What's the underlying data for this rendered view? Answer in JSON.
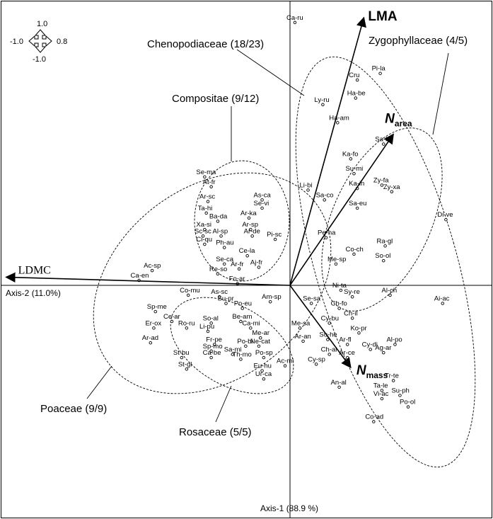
{
  "chart_data": {
    "type": "scatter",
    "axes": {
      "x_title": "Axis-1",
      "x_pct": "(88.9 %)",
      "y_title": "Axis-2",
      "y_pct": "(11.0%)"
    },
    "scale_key": {
      "top": "1.0",
      "left": "-1.0",
      "right": "0.8",
      "bottom": "-1.0"
    },
    "species": [
      {
        "label": "Ca-ru",
        "x": 0.03,
        "y": 1.6
      },
      {
        "label": "Pi-la",
        "x": 0.55,
        "y": 1.29
      },
      {
        "label": "Cru",
        "x": 0.41,
        "y": 1.25
      },
      {
        "label": "Ha-be",
        "x": 0.4,
        "y": 1.14
      },
      {
        "label": "Ly-ru",
        "x": 0.2,
        "y": 1.1
      },
      {
        "label": "Ha-am",
        "x": 0.29,
        "y": 0.99
      },
      {
        "label": "Sa-ka",
        "x": 0.57,
        "y": 0.86
      },
      {
        "label": "Ka-fo",
        "x": 0.37,
        "y": 0.77
      },
      {
        "label": "Su-mi",
        "x": 0.39,
        "y": 0.68
      },
      {
        "label": "Zy-fa",
        "x": 0.56,
        "y": 0.61
      },
      {
        "label": "Ka-in",
        "x": 0.41,
        "y": 0.59
      },
      {
        "label": "Zy-xa",
        "x": 0.62,
        "y": 0.57
      },
      {
        "label": "Li-bi",
        "x": 0.11,
        "y": 0.58
      },
      {
        "label": "Sa-co",
        "x": 0.21,
        "y": 0.52
      },
      {
        "label": "Sa-eu",
        "x": 0.41,
        "y": 0.47
      },
      {
        "label": "Di-ve",
        "x": 0.95,
        "y": 0.4
      },
      {
        "label": "Pe-ha",
        "x": 0.22,
        "y": 0.29
      },
      {
        "label": "Ra-gl",
        "x": 0.58,
        "y": 0.24
      },
      {
        "label": "Co-ch",
        "x": 0.39,
        "y": 0.19
      },
      {
        "label": "Me-sp",
        "x": 0.28,
        "y": 0.13
      },
      {
        "label": "So-ol",
        "x": 0.57,
        "y": 0.15
      },
      {
        "label": "Ni-ta",
        "x": 0.31,
        "y": -0.03
      },
      {
        "label": "Sy-re",
        "x": 0.38,
        "y": -0.07
      },
      {
        "label": "Al-ch",
        "x": 0.61,
        "y": -0.06
      },
      {
        "label": "Ai-ac",
        "x": 0.93,
        "y": -0.11
      },
      {
        "label": "Ch-fo",
        "x": 0.3,
        "y": -0.14
      },
      {
        "label": "Ch-il",
        "x": 0.38,
        "y": -0.2
      },
      {
        "label": "Se-sa",
        "x": 0.13,
        "y": -0.11
      },
      {
        "label": "Cy-bu",
        "x": 0.24,
        "y": -0.23
      },
      {
        "label": "Ko-pr",
        "x": 0.42,
        "y": -0.29
      },
      {
        "label": "Su-he",
        "x": 0.23,
        "y": -0.33
      },
      {
        "label": "Me-sa",
        "x": 0.06,
        "y": -0.26
      },
      {
        "label": "Ar-an",
        "x": 0.08,
        "y": -0.34
      },
      {
        "label": "Ar-fl",
        "x": 0.35,
        "y": -0.36
      },
      {
        "label": "Al-po",
        "x": 0.64,
        "y": -0.36
      },
      {
        "label": "Cy-di",
        "x": 0.49,
        "y": -0.39
      },
      {
        "label": "Ag-ar",
        "x": 0.57,
        "y": -0.41
      },
      {
        "label": "Ch-al",
        "x": 0.24,
        "y": -0.42
      },
      {
        "label": "Ar-ce",
        "x": 0.35,
        "y": -0.44
      },
      {
        "label": "Cy-sp",
        "x": 0.16,
        "y": -0.48
      },
      {
        "label": "Tr-te",
        "x": 0.63,
        "y": -0.58
      },
      {
        "label": "An-al",
        "x": 0.3,
        "y": -0.62
      },
      {
        "label": "Ta-le",
        "x": 0.56,
        "y": -0.64
      },
      {
        "label": "Su-ph",
        "x": 0.67,
        "y": -0.67
      },
      {
        "label": "Vi-ac",
        "x": 0.56,
        "y": -0.69
      },
      {
        "label": "Po-ol",
        "x": 0.72,
        "y": -0.74
      },
      {
        "label": "Co-ad",
        "x": 0.51,
        "y": -0.83
      },
      {
        "label": "Se-ma",
        "x": -0.52,
        "y": 0.66
      },
      {
        "label": "At-fr",
        "x": -0.48,
        "y": 0.6
      },
      {
        "label": "As-ca",
        "x": -0.17,
        "y": 0.52
      },
      {
        "label": "Ar-sc",
        "x": -0.5,
        "y": 0.51
      },
      {
        "label": "Se-vi",
        "x": -0.17,
        "y": 0.47
      },
      {
        "label": "Ta-hi",
        "x": -0.51,
        "y": 0.44
      },
      {
        "label": "Ar-ka",
        "x": -0.25,
        "y": 0.41
      },
      {
        "label": "Ba-da",
        "x": -0.44,
        "y": 0.39
      },
      {
        "label": "Xa-si",
        "x": -0.52,
        "y": 0.34
      },
      {
        "label": "Ar-sp",
        "x": -0.24,
        "y": 0.34
      },
      {
        "label": "Sc-sc",
        "x": -0.53,
        "y": 0.3
      },
      {
        "label": "Al-sp",
        "x": -0.42,
        "y": 0.3
      },
      {
        "label": "Ar-de",
        "x": -0.23,
        "y": 0.3
      },
      {
        "label": "Pi-sc",
        "x": -0.09,
        "y": 0.28
      },
      {
        "label": "Ci-qu",
        "x": -0.52,
        "y": 0.25
      },
      {
        "label": "Ph-au",
        "x": -0.4,
        "y": 0.23
      },
      {
        "label": "Ce-la",
        "x": -0.26,
        "y": 0.18
      },
      {
        "label": "Se-ca",
        "x": -0.4,
        "y": 0.13
      },
      {
        "label": "Aj-fr",
        "x": -0.19,
        "y": 0.11
      },
      {
        "label": "Ar-fr",
        "x": -0.31,
        "y": 0.1
      },
      {
        "label": "Re-so",
        "x": -0.44,
        "y": 0.07
      },
      {
        "label": "Ac-sp",
        "x": -0.84,
        "y": 0.09
      },
      {
        "label": "Ca-en",
        "x": -0.92,
        "y": 0.03
      },
      {
        "label": "Fo-ar",
        "x": -0.32,
        "y": 0.01
      },
      {
        "label": "Co-mu",
        "x": -0.62,
        "y": -0.06
      },
      {
        "label": "As-sc",
        "x": -0.43,
        "y": -0.07
      },
      {
        "label": "Su-pr",
        "x": -0.39,
        "y": -0.11
      },
      {
        "label": "Po-eu",
        "x": -0.29,
        "y": -0.14
      },
      {
        "label": "Am-sp",
        "x": -0.12,
        "y": -0.1
      },
      {
        "label": "Sp-me",
        "x": -0.82,
        "y": -0.16
      },
      {
        "label": "Be-am",
        "x": -0.3,
        "y": -0.22
      },
      {
        "label": "Ce-ar",
        "x": -0.72,
        "y": -0.22
      },
      {
        "label": "So-al",
        "x": -0.48,
        "y": -0.23
      },
      {
        "label": "Ca-mi",
        "x": -0.24,
        "y": -0.26
      },
      {
        "label": "Er-ox",
        "x": -0.83,
        "y": -0.26
      },
      {
        "label": "Ro-ru",
        "x": -0.63,
        "y": -0.26
      },
      {
        "label": "Li-pu",
        "x": -0.5,
        "y": -0.28
      },
      {
        "label": "Me-ar",
        "x": -0.18,
        "y": -0.32
      },
      {
        "label": "Ar-ad",
        "x": -0.85,
        "y": -0.35
      },
      {
        "label": "Fr-pe",
        "x": -0.46,
        "y": -0.36
      },
      {
        "label": "Po-bi",
        "x": -0.27,
        "y": -0.37
      },
      {
        "label": "Ne-cat",
        "x": -0.19,
        "y": -0.37
      },
      {
        "label": "Sp-mo",
        "x": -0.48,
        "y": -0.4
      },
      {
        "label": "Sa-mi",
        "x": -0.35,
        "y": -0.42
      },
      {
        "label": "St-bu",
        "x": -0.66,
        "y": -0.44
      },
      {
        "label": "Ca-be",
        "x": -0.48,
        "y": -0.44
      },
      {
        "label": "Po-sp",
        "x": -0.16,
        "y": -0.44
      },
      {
        "label": "Th-mo",
        "x": -0.3,
        "y": -0.45
      },
      {
        "label": "St-gl",
        "x": -0.63,
        "y": -0.51
      },
      {
        "label": "Ac-mi",
        "x": -0.03,
        "y": -0.49
      },
      {
        "label": "Eu-hu",
        "x": -0.17,
        "y": -0.52
      },
      {
        "label": "Ur-ca",
        "x": -0.16,
        "y": -0.57
      }
    ],
    "vectors": [
      {
        "label": "LMA",
        "x": 0.45,
        "y": 1.63,
        "style": "bold"
      },
      {
        "label": "N",
        "sub": "area",
        "x": 0.63,
        "y": 0.92,
        "style": "bold-italic"
      },
      {
        "label": "N",
        "sub": "mass",
        "x": 0.37,
        "y": -0.5,
        "style": "bold-italic"
      },
      {
        "label": "LDMC",
        "x": -1.73,
        "y": 0.05,
        "style": "serif"
      }
    ],
    "groups": [
      {
        "label": "Chenopodiaceae (18/23)"
      },
      {
        "label": "Zygophyllaceae (4/5)"
      },
      {
        "label": "Compositae (9/12)"
      },
      {
        "label": "Poaceae (9/9)"
      },
      {
        "label": "Rosaceae (5/5)"
      }
    ]
  }
}
